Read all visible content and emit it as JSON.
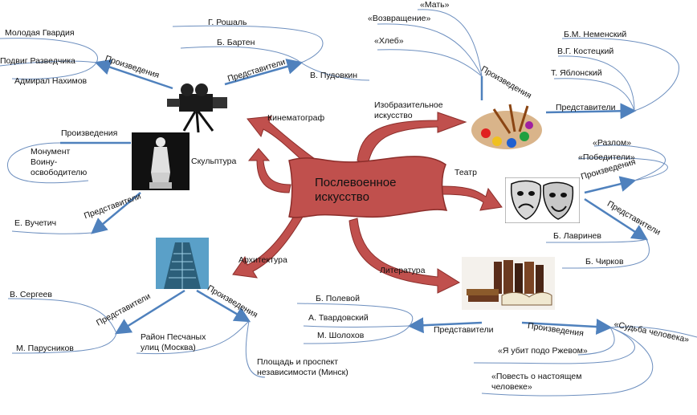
{
  "center": {
    "line1": "Послевоенное",
    "line2": "искусство"
  },
  "branches": {
    "cinema": {
      "label": "Кинематограф",
      "works_label": "Произведения",
      "reps_label": "Представители",
      "works": [
        "Молодая Гвардия",
        "Подвиг Разведчика",
        "Адмирал Нахимов"
      ],
      "reps": [
        "Г. Рошаль",
        "Б. Бартен",
        "В. Пудовкин"
      ]
    },
    "fine_art": {
      "label_line1": "Изобразительное",
      "label_line2": "искусство",
      "works_label": "Произведения",
      "reps_label": "Представители",
      "works": [
        "«Мать»",
        "«Возвращение»",
        "«Хлеб»"
      ],
      "reps": [
        "Б.М. Неменский",
        "В.Г. Костецкий",
        "Т. Яблонский"
      ]
    },
    "sculpture": {
      "label": "Скульптура",
      "works_label": "Произведения",
      "reps_label": "Представители",
      "works": [
        "Монумент",
        "Воину-",
        "освободителю"
      ],
      "reps": [
        "Е. Вучетич"
      ]
    },
    "theatre": {
      "label": "Театр",
      "works_label": "Произведения",
      "reps_label": "Представители",
      "works": [
        "«Разлом»",
        "«Победители»"
      ],
      "reps": [
        "Б. Лавринев",
        "Б. Чирков"
      ]
    },
    "architecture": {
      "label": "Архитектура",
      "works_label": "Произведения",
      "reps_label": "Представители",
      "works": [
        "Район Песчаных",
        "улиц (Москва)",
        "Площадь и проспект",
        "независимости (Минск)"
      ],
      "reps": [
        "В. Сергеев",
        "М. Парусников"
      ]
    },
    "literature": {
      "label": "Литература",
      "works_label": "Произведения",
      "reps_label": "Представители",
      "works": [
        "«Судьба человека»",
        "«Я убит подо Ржевом»",
        "«Повесть о настоящем",
        "человеке»"
      ],
      "reps": [
        "Б. Полевой",
        "А. Твардовский",
        "М. Шолохов"
      ]
    }
  },
  "colors": {
    "arrow": "#c0504d",
    "arrow_dark": "#8b2d2a",
    "line": "#4f81bd",
    "curve": "#6d8fbf"
  },
  "icons": [
    "movie-camera-icon",
    "palette-icon",
    "statue-icon",
    "theatre-masks-icon",
    "skyscraper-icon",
    "books-icon"
  ]
}
